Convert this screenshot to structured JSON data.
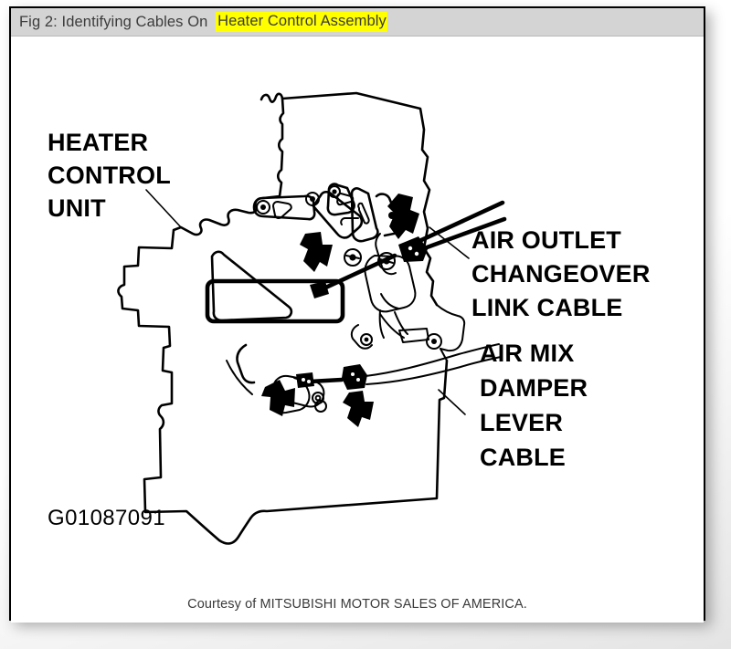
{
  "window": {
    "title_prefix": "Fig 2: Identifying Cables On ",
    "title_highlight": "Heater Control Assembly",
    "highlight_color": "#ffff00",
    "title_bar_color": "#d4d4d4",
    "title_text_color": "#3c3c3c",
    "border_color": "#000000",
    "background_color": "#ffffff"
  },
  "figure": {
    "callouts": [
      {
        "id": "heater-control-unit",
        "lines": [
          "HEATER",
          "CONTROL",
          "UNIT"
        ],
        "align": "left"
      },
      {
        "id": "air-outlet-changeover-link-cable",
        "lines": [
          "AIR OUTLET",
          "CHANGEOVER",
          "LINK CABLE"
        ],
        "align": "left"
      },
      {
        "id": "air-mix-damper-lever-cable",
        "lines": [
          "AIR MIX",
          "DAMPER",
          "LEVER",
          "CABLE"
        ],
        "align": "left"
      }
    ],
    "figure_code": "G01087091",
    "courtesy": "Courtesy of MITSUBISHI MOTOR SALES OF AMERICA.",
    "ink_color": "#000000"
  }
}
